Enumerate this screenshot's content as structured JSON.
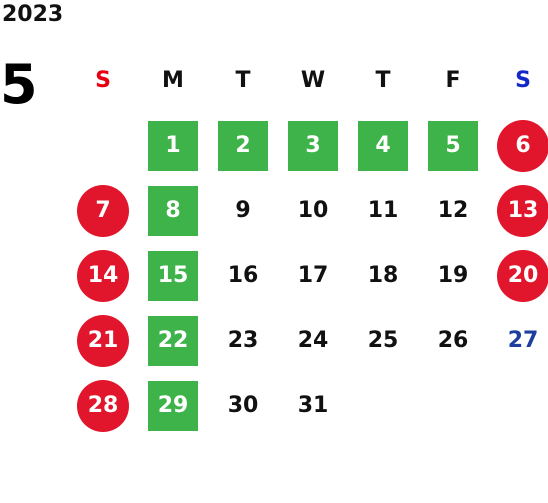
{
  "calendar": {
    "year": "2023",
    "month": "5",
    "weekdays": [
      "S",
      "M",
      "T",
      "W",
      "T",
      "F",
      "S"
    ],
    "weeks": [
      [
        {
          "day": "",
          "style": "empty"
        },
        {
          "day": "1",
          "style": "green"
        },
        {
          "day": "2",
          "style": "green"
        },
        {
          "day": "3",
          "style": "green"
        },
        {
          "day": "4",
          "style": "green"
        },
        {
          "day": "5",
          "style": "green"
        },
        {
          "day": "6",
          "style": "red"
        }
      ],
      [
        {
          "day": "7",
          "style": "red"
        },
        {
          "day": "8",
          "style": "green"
        },
        {
          "day": "9",
          "style": "plain"
        },
        {
          "day": "10",
          "style": "plain"
        },
        {
          "day": "11",
          "style": "plain"
        },
        {
          "day": "12",
          "style": "plain"
        },
        {
          "day": "13",
          "style": "red"
        }
      ],
      [
        {
          "day": "14",
          "style": "red"
        },
        {
          "day": "15",
          "style": "green"
        },
        {
          "day": "16",
          "style": "plain"
        },
        {
          "day": "17",
          "style": "plain"
        },
        {
          "day": "18",
          "style": "plain"
        },
        {
          "day": "19",
          "style": "plain"
        },
        {
          "day": "20",
          "style": "red"
        }
      ],
      [
        {
          "day": "21",
          "style": "red"
        },
        {
          "day": "22",
          "style": "green"
        },
        {
          "day": "23",
          "style": "plain"
        },
        {
          "day": "24",
          "style": "plain"
        },
        {
          "day": "25",
          "style": "plain"
        },
        {
          "day": "26",
          "style": "plain"
        },
        {
          "day": "27",
          "style": "blue"
        }
      ],
      [
        {
          "day": "28",
          "style": "red"
        },
        {
          "day": "29",
          "style": "green"
        },
        {
          "day": "30",
          "style": "plain"
        },
        {
          "day": "31",
          "style": "plain"
        },
        {
          "day": "",
          "style": "empty"
        },
        {
          "day": "",
          "style": "empty"
        },
        {
          "day": "",
          "style": "empty"
        }
      ]
    ]
  },
  "colors": {
    "holiday_circle": "#e1152b",
    "highlight_square": "#3db34a",
    "sunday_header": "#e60012",
    "saturday_header": "#1428c8",
    "saturday_text": "#1f3f9f"
  }
}
